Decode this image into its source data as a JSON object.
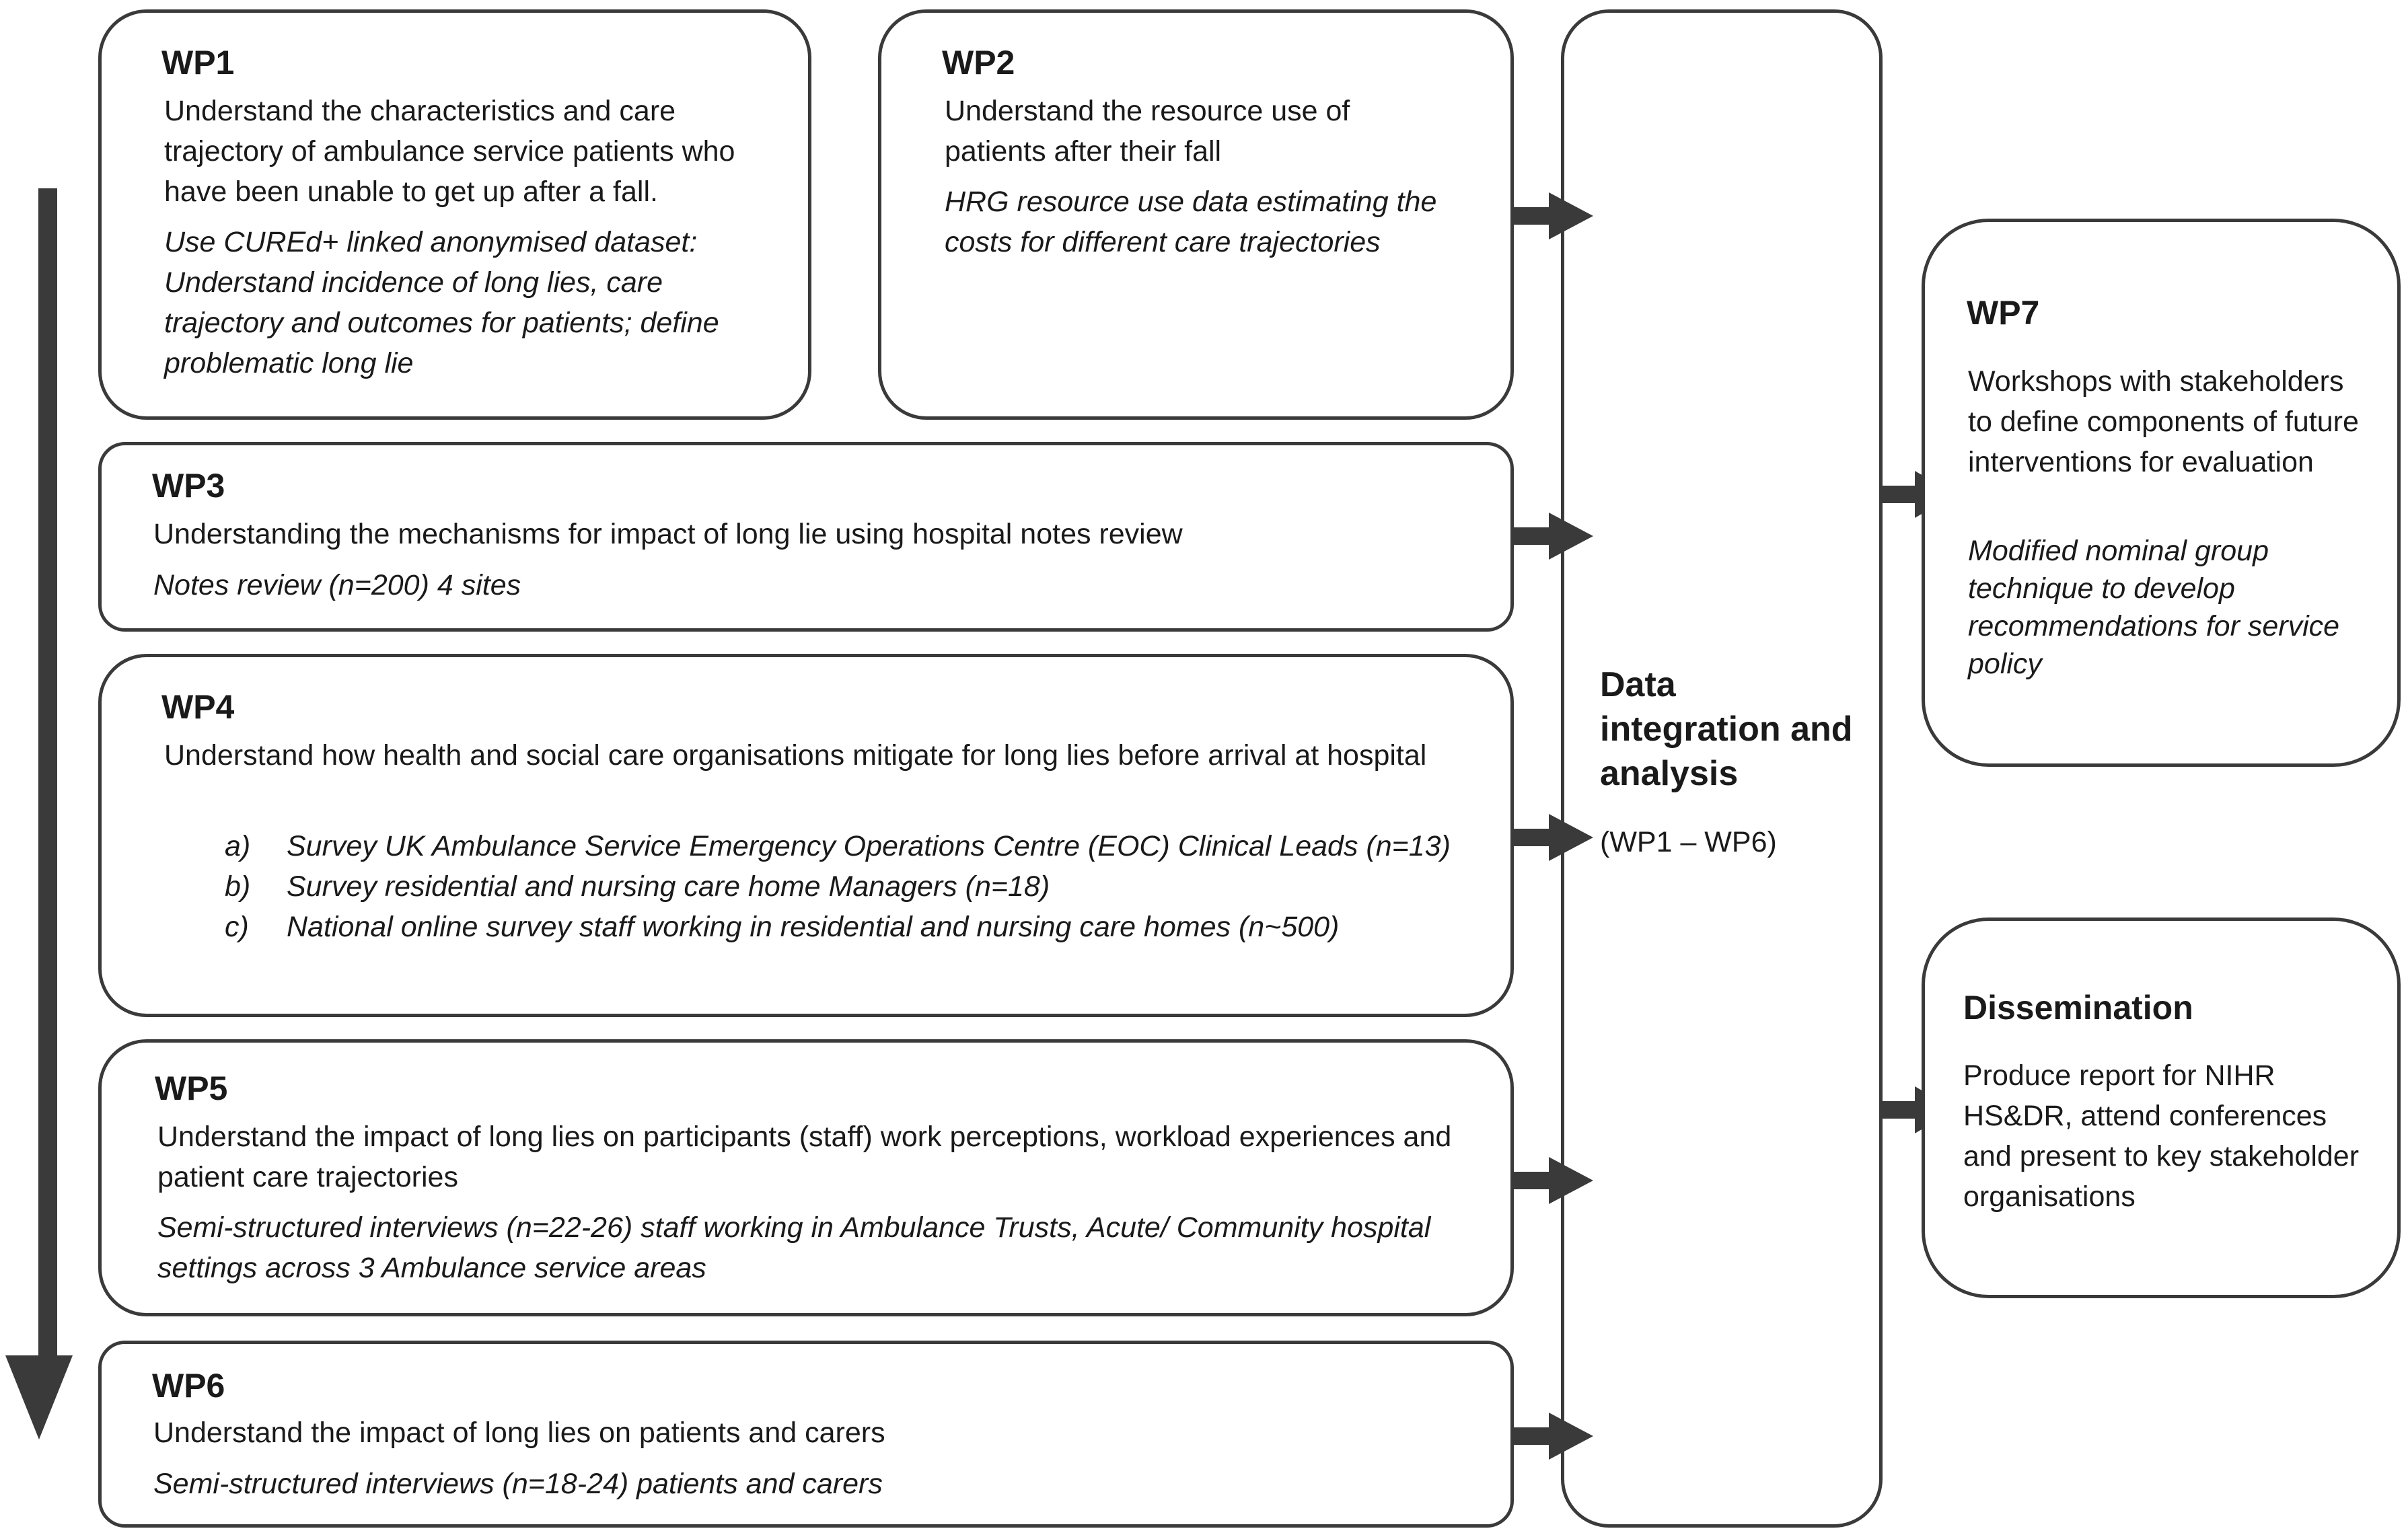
{
  "wp1": {
    "title": "WP1",
    "aim": "Understand the characteristics and care trajectory of ambulance service patients who have been unable to get up after a fall.",
    "method": "Use CUREd+ linked anonymised dataset: Understand incidence of long lies, care trajectory and outcomes for patients; define problematic long lie"
  },
  "wp2": {
    "title": "WP2",
    "aim": "Understand the resource use of patients after their fall",
    "method": "HRG resource use data estimating the costs for different care trajectories"
  },
  "wp3": {
    "title": "WP3",
    "aim": "Understanding the mechanisms for impact of long lie using hospital notes review",
    "method": "Notes review (n=200) 4 sites"
  },
  "wp4": {
    "title": "WP4",
    "aim": "Understand how health and social care organisations mitigate for long lies before arrival at hospital",
    "items": [
      {
        "label": "a)",
        "text": "Survey UK Ambulance Service Emergency Operations Centre (EOC) Clinical Leads (n=13)"
      },
      {
        "label": "b)",
        "text": "Survey residential and nursing care home Managers (n=18)"
      },
      {
        "label": "c)",
        "text": "National online survey staff working in residential and nursing care homes (n~500)"
      }
    ]
  },
  "wp5": {
    "title": "WP5",
    "aim": "Understand the impact of long lies on participants (staff) work perceptions, workload experiences and patient care trajectories",
    "method": "Semi-structured interviews (n=22-26) staff working in Ambulance Trusts, Acute/ Community hospital settings across 3 Ambulance service areas"
  },
  "wp6": {
    "title": "WP6",
    "aim": "Understand the impact of long lies on patients and carers",
    "method": "Semi-structured interviews (n=18-24) patients and carers"
  },
  "integration": {
    "title": "Data integration and analysis",
    "subtitle": "(WP1 – WP6)"
  },
  "wp7": {
    "title": "WP7",
    "aim": "Workshops with stakeholders to define components of future interventions for evaluation",
    "method": "Modified nominal group technique to develop recommendations for service policy"
  },
  "dissemination": {
    "title": "Dissemination",
    "aim": "Produce report for NIHR HS&DR, attend conferences and present to key stakeholder organisations"
  },
  "colors": {
    "border": "#3a3a3a",
    "arrow": "#3a3a3a",
    "text": "#1a1a1a"
  }
}
